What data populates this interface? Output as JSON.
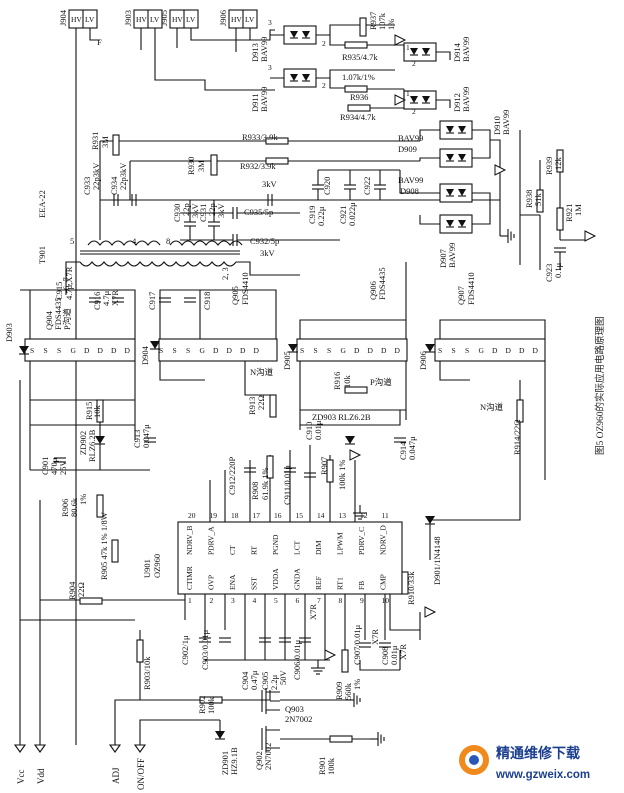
{
  "caption": "图5 OZ960的实际应用电路原理图",
  "watermark": {
    "title": "精通维修下载",
    "url": "www.gzweix.com"
  },
  "ports": {
    "vcc": "Vcc",
    "vdd": "Vdd",
    "adj": "ADJ",
    "onoff": "ON/OFF"
  },
  "connectors": [
    {
      "ref": "J904",
      "pins": [
        "HV",
        "LV"
      ],
      "extra": "F"
    },
    {
      "ref": "J903",
      "pins": [
        "HV",
        "LV"
      ]
    },
    {
      "ref": "J905",
      "pins": [
        "HV",
        "LV"
      ]
    },
    {
      "ref": "J906",
      "pins": [
        "HV",
        "LV"
      ]
    }
  ],
  "ic": {
    "ref": "U901",
    "part": "OZ960",
    "top_pins": [
      {
        "num": "20",
        "name": "NDRV_B"
      },
      {
        "num": "19",
        "name": "PDRV_A"
      },
      {
        "num": "18",
        "name": "CT"
      },
      {
        "num": "17",
        "name": "RT"
      },
      {
        "num": "16",
        "name": "PGND"
      },
      {
        "num": "15",
        "name": "LCT"
      },
      {
        "num": "14",
        "name": "DIM"
      },
      {
        "num": "13",
        "name": "LPWM"
      },
      {
        "num": "12",
        "name": "PDRV_C"
      },
      {
        "num": "11",
        "name": "NDRV_D"
      }
    ],
    "bottom_pins": [
      {
        "num": "1",
        "name": "CTIMR"
      },
      {
        "num": "2",
        "name": "OVP"
      },
      {
        "num": "3",
        "name": "ENA"
      },
      {
        "num": "4",
        "name": "SST"
      },
      {
        "num": "5",
        "name": "VDDA"
      },
      {
        "num": "6",
        "name": "GNDA"
      },
      {
        "num": "7",
        "name": "REF"
      },
      {
        "num": "8",
        "name": "RT1"
      },
      {
        "num": "9",
        "name": "FB"
      },
      {
        "num": "10",
        "name": "CMP"
      }
    ]
  },
  "mosfets": [
    {
      "ref": "Q904",
      "part": "FDS4435",
      "type": "P沟道",
      "pins": [
        "S",
        "S",
        "S",
        "G",
        "D",
        "D",
        "D",
        "D"
      ]
    },
    {
      "ref": "Q905",
      "part": "FDS4410",
      "type": "N沟道",
      "pins": [
        "S",
        "S",
        "S",
        "G",
        "D",
        "D",
        "D",
        "D"
      ]
    },
    {
      "ref": "Q906",
      "part": "FDS4435",
      "type": "P沟道",
      "pins": [
        "S",
        "S",
        "S",
        "G",
        "D",
        "D",
        "D",
        "D"
      ]
    },
    {
      "ref": "Q907",
      "part": "FDS4410",
      "type": "N沟道",
      "pins": [
        "S",
        "S",
        "S",
        "G",
        "D",
        "D",
        "D",
        "D"
      ]
    }
  ],
  "transformer": {
    "ref": "T901",
    "part": "EEA-22",
    "pins": [
      "5",
      "4",
      "8",
      "6, 7",
      "2, 3"
    ]
  },
  "labels": {
    "R937": "R937",
    "R937v": "107k",
    "R937t": "1%",
    "R935": "R935/4.7k",
    "R936": "R936",
    "R936v": "1.07k/1%",
    "R934": "R934/4.7k",
    "R933": "R933/3.9k",
    "R932": "R932/3.9k",
    "R931": "R931",
    "R931v": "3M",
    "R930": "R930",
    "R930v": "3M",
    "C933": "C933",
    "C933v": "22p3kV",
    "C934": "C934",
    "C934v": "22p3kV",
    "C930": "C930",
    "C930v": "22p",
    "C930t": "3kV",
    "C931": "C931",
    "C931v": "22p",
    "C931t": "3kV",
    "C935": "C935/5p",
    "C932": "C932/5p",
    "C932t": "3kV",
    "kv3": "3kV",
    "C919": "C919",
    "C919v": "0.22μ",
    "C920": "C920",
    "C921": "C921",
    "C921v": "0.022μ",
    "C922": "C922",
    "D913": "D913",
    "D914": "D914",
    "D911": "D911",
    "D912": "D912",
    "D910": "D910",
    "D909": "D909",
    "D908": "D908",
    "D907": "D907",
    "BAV99": "BAV99",
    "R938": "R938",
    "R938v": "51k",
    "R939": "R939",
    "R939v": "12k",
    "R921": "R921",
    "R921v": "1M",
    "C923": "C923",
    "C923v": "0.1μ",
    "C915": "C915",
    "C915v": "4.7μ,X7R",
    "C916": "C916",
    "C916v": "4.7μ",
    "C916t": "X7R",
    "C917": "C917",
    "C918": "C918",
    "D903": "D903",
    "D904": "D904",
    "D905": "D905",
    "D906": "D906",
    "R915": "R915",
    "R915v": "10k",
    "R916": "R916",
    "R916v": "10k",
    "ZD902": "ZD902",
    "ZD902v": "RLZ6.2B",
    "ZD903": "ZD903 RLZ6.2B",
    "R913": "R913",
    "R913v": "22Ω",
    "R914": "R914/22Ω",
    "C913": "C913",
    "C913v": "0.047μ",
    "C914": "C914",
    "C914v": "0.047μ",
    "C901": "C901",
    "C901v": "470μ",
    "C901t": "25V",
    "R906": "R906",
    "R906v": "80.6k",
    "R906t": "1%",
    "R905": "R905 47k 1% 1/8W",
    "R904": "R904",
    "R904v": "22Ω",
    "C912": "C912/220P",
    "R908": "R908",
    "R908v": "61.9k 1%",
    "C911": "C911/0.01μ",
    "C910": "C910",
    "C910v": "0.01μ",
    "R907": "R907",
    "R907v": "100k 1%",
    "D901": "D901/1N4148",
    "R910": "R910/33k",
    "C902": "C902/1μ",
    "C903": "C903/0.01μ",
    "C904": "C904",
    "C904v": "0.47μ",
    "C905": "C905",
    "C905v": "2.2μ",
    "C905t": "50V",
    "C906": "C906/0.01μ",
    "X7R": "X7R",
    "C907": "C907/0.01μ",
    "C908": "C908",
    "C908v": "0.01μ",
    "R909": "R909",
    "R909v": "560k",
    "R909t": "1%",
    "R903": "R903/10k",
    "R902": "R902",
    "R902v": "100k",
    "Q903": "Q903",
    "Q903v": "2N7002",
    "Q902": "Q902",
    "Q902v": "2N7002",
    "ZD901": "ZD901",
    "ZD901v": "HZ9.1B",
    "R901": "R901",
    "R901v": "100k",
    "p1": "1",
    "p2": "2",
    "p3": "3"
  }
}
